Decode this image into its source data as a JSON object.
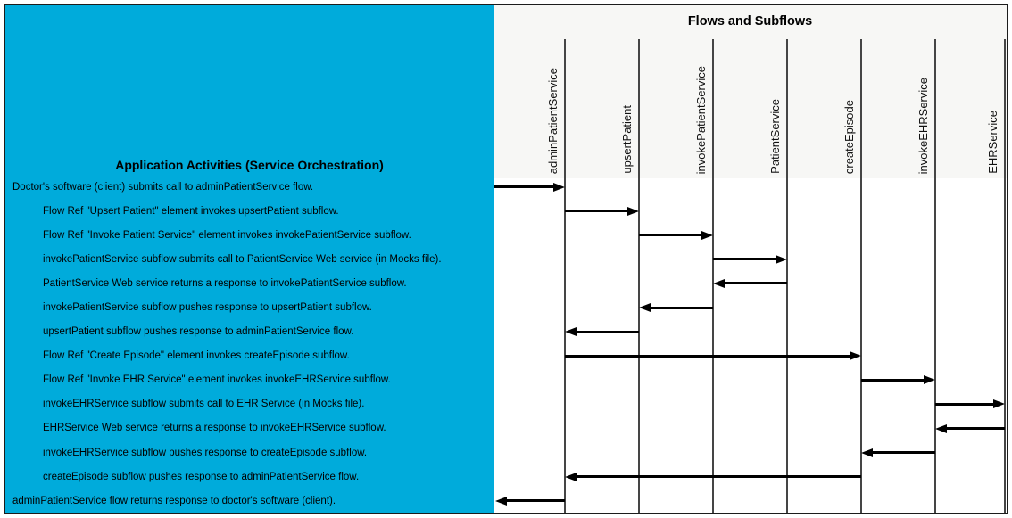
{
  "colors": {
    "left_panel_bg": "#00ABDB",
    "header_bg": "#F7F7F5",
    "lifeline": "#454545",
    "arrow": "#000000",
    "border": "#1c1c1c"
  },
  "left_panel": {
    "title": "Application Activities (Service Orchestration)",
    "activities": [
      {
        "text": "Doctor's software (client) submits call to adminPatientService flow.",
        "indent": 0
      },
      {
        "text": "Flow Ref \"Upsert Patient\" element invokes upsertPatient subflow.",
        "indent": 1
      },
      {
        "text": "Flow Ref \"Invoke Patient Service\" element invokes invokePatientService subflow.",
        "indent": 1
      },
      {
        "text": "invokePatientService subflow submits call to PatientService Web service (in Mocks file).",
        "indent": 1
      },
      {
        "text": "PatientService Web service returns a response to invokePatientService subflow.",
        "indent": 1
      },
      {
        "text": "invokePatientService subflow pushes response to upsertPatient subflow.",
        "indent": 1
      },
      {
        "text": "upsertPatient subflow pushes response to adminPatientService flow.",
        "indent": 1
      },
      {
        "text": "Flow Ref \"Create Episode\" element invokes createEpisode subflow.",
        "indent": 1
      },
      {
        "text": "Flow Ref \"Invoke EHR Service\" element invokes invokeEHRService subflow.",
        "indent": 1
      },
      {
        "text": "invokeEHRService subflow submits call to EHR Service (in Mocks file).",
        "indent": 1
      },
      {
        "text": "EHRService Web service returns a response to invokeEHRService subflow.",
        "indent": 1
      },
      {
        "text": "invokeEHRService subflow pushes response to createEpisode subflow.",
        "indent": 1
      },
      {
        "text": "createEpisode subflow pushes response to adminPatientService flow.",
        "indent": 1
      },
      {
        "text": "adminPatientService flow returns response to doctor's software (client).",
        "indent": 0
      }
    ]
  },
  "right_panel": {
    "title": "Flows and Subflows",
    "lanes": [
      "adminPatientService",
      "upsertPatient",
      "invokePatientService",
      "PatientService",
      "createEpisode",
      "invokeEHRService",
      "EHRService"
    ],
    "messages": [
      {
        "from": "client",
        "to": "adminPatientService"
      },
      {
        "from": "adminPatientService",
        "to": "upsertPatient"
      },
      {
        "from": "upsertPatient",
        "to": "invokePatientService"
      },
      {
        "from": "invokePatientService",
        "to": "PatientService"
      },
      {
        "from": "PatientService",
        "to": "invokePatientService"
      },
      {
        "from": "invokePatientService",
        "to": "upsertPatient"
      },
      {
        "from": "upsertPatient",
        "to": "adminPatientService"
      },
      {
        "from": "adminPatientService",
        "to": "createEpisode"
      },
      {
        "from": "createEpisode",
        "to": "invokeEHRService"
      },
      {
        "from": "invokeEHRService",
        "to": "EHRService"
      },
      {
        "from": "EHRService",
        "to": "invokeEHRService"
      },
      {
        "from": "invokeEHRService",
        "to": "createEpisode"
      },
      {
        "from": "createEpisode",
        "to": "adminPatientService"
      },
      {
        "from": "adminPatientService",
        "to": "client"
      }
    ]
  }
}
